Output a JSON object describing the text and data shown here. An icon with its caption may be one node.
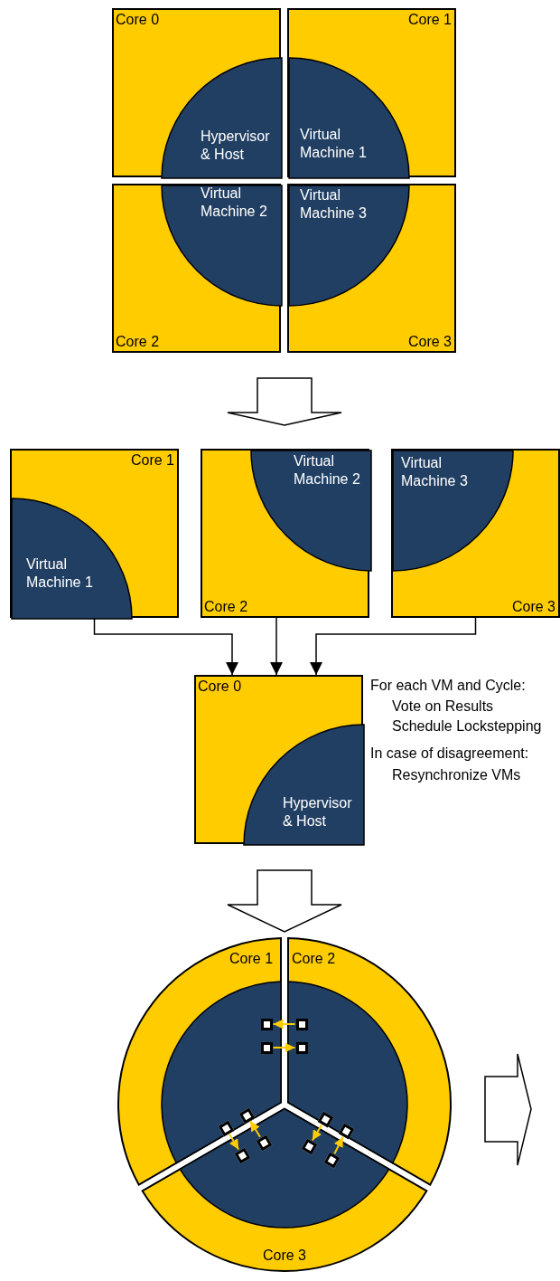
{
  "diagram": {
    "nodes": [
      {
        "text": [
          "Core 0"
        ]
      },
      {
        "text": [
          "Hypervisor & Host"
        ],
        "in": 0
      },
      {
        "text": [
          "Core 1"
        ]
      },
      {
        "text": [
          "Virtual Machine 1"
        ],
        "in": 2
      },
      {
        "text": [
          "Core 2"
        ]
      },
      {
        "text": [
          "Virtual Machine 2"
        ],
        "in": 4
      },
      {
        "text": [
          "Core 3"
        ]
      },
      {
        "text": [
          "Virtual Machine 3"
        ],
        "in": 6
      },
      {
        "text": [
          "Core 1"
        ]
      },
      {
        "text": [
          "Virtual Machine 1"
        ],
        "in": 8
      },
      {
        "text": [
          "Core 2"
        ]
      },
      {
        "text": [
          "Virtual Machine 2"
        ],
        "in": 10
      },
      {
        "text": [
          "Core 3"
        ]
      },
      {
        "text": [
          "Virtual Machine 3"
        ],
        "in": 12
      },
      {
        "text": [
          "Core 0"
        ],
        "beside": [
          "For each VM and Cycle:",
          "Vote on Results",
          "Schedule Lockstepping",
          "In case of disagreement:",
          "Resynchronize VMs"
        ]
      },
      {
        "text": [
          "Hypervisor & Host"
        ],
        "in": 14
      },
      {
        "text": [
          "Core 1"
        ]
      },
      {
        "text": [
          "Core 2"
        ]
      },
      {
        "text": [
          "Core 3"
        ]
      },
      {
        "text": [],
        "shape": "box",
        "in": 16
      },
      {
        "text": [],
        "shape": "box",
        "in": 17
      },
      {
        "text": [],
        "shape": "box",
        "in": 16
      },
      {
        "text": [],
        "shape": "box",
        "in": 17
      },
      {
        "text": [],
        "shape": "box",
        "in": 16
      },
      {
        "text": [],
        "shape": "box",
        "in": 16
      },
      {
        "text": [],
        "shape": "box",
        "in": 18
      },
      {
        "text": [],
        "shape": "box",
        "in": 18
      },
      {
        "text": [],
        "shape": "box",
        "in": 17
      },
      {
        "text": [],
        "shape": "box",
        "in": 17
      },
      {
        "text": [],
        "shape": "box",
        "in": 18
      },
      {
        "text": [],
        "shape": "box",
        "in": 18
      }
    ],
    "edges": [
      {
        "from": 8,
        "to": 14,
        "arrow": "to",
        "color": "#000000"
      },
      {
        "from": 10,
        "to": 14,
        "arrow": "to",
        "color": "#000000"
      },
      {
        "from": 12,
        "to": 14,
        "arrow": "to",
        "color": "#000000"
      },
      {
        "from": 20,
        "to": 19,
        "arrow": "to",
        "color": "#ffcc00"
      },
      {
        "from": 21,
        "to": 22,
        "arrow": "to",
        "color": "#ffcc00"
      },
      {
        "from": 23,
        "to": 25,
        "arrow": "to",
        "color": "#ffcc00"
      },
      {
        "from": 26,
        "to": 24,
        "arrow": "to",
        "color": "#ffcc00"
      },
      {
        "from": 27,
        "to": 29,
        "arrow": "to",
        "color": "#ffcc00"
      },
      {
        "from": 30,
        "to": 28,
        "arrow": "to",
        "color": "#ffcc00"
      }
    ]
  }
}
